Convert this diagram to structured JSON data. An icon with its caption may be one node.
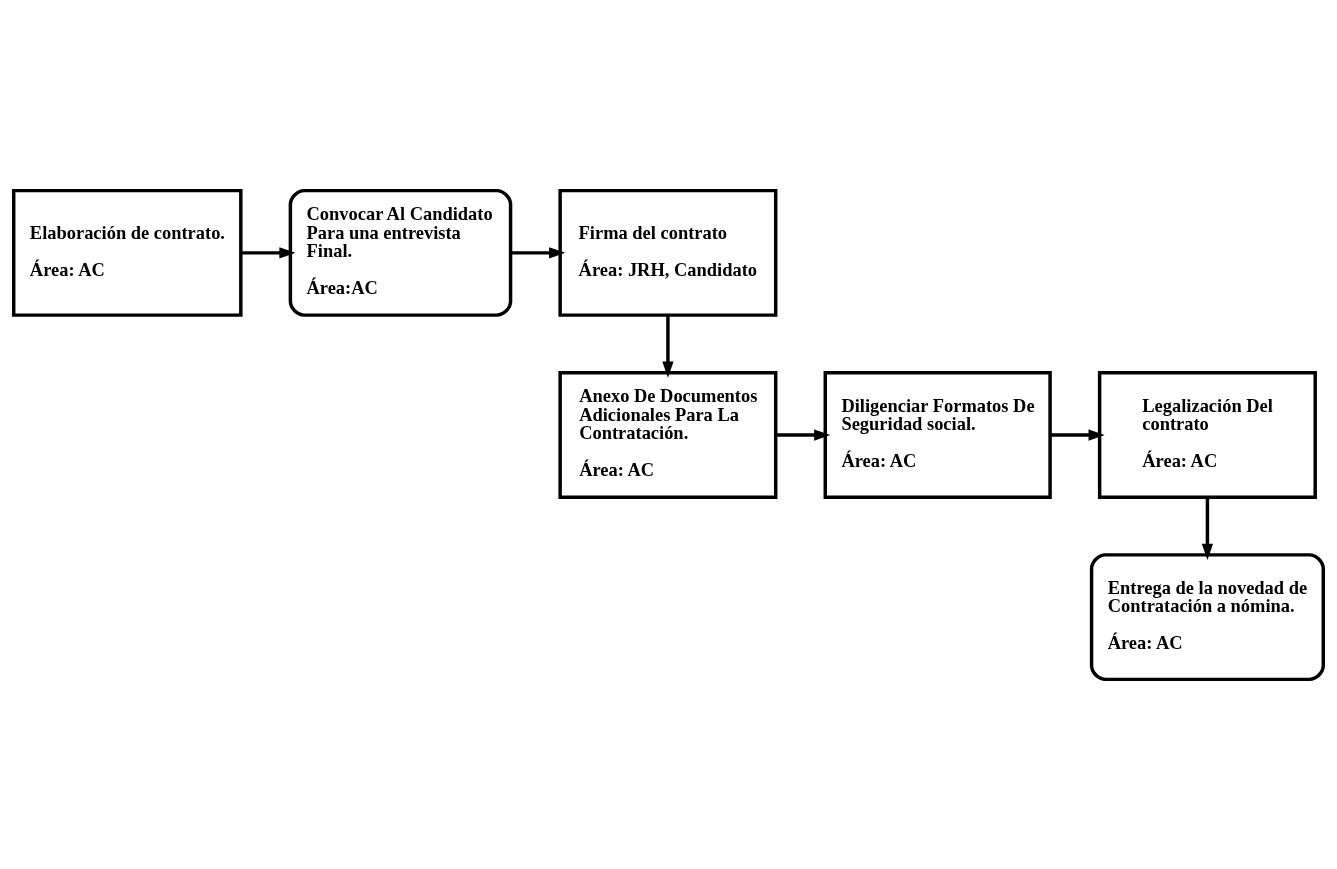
{
  "diagram": {
    "nodes": [
      {
        "text": [
          "Elaboración de contrato.",
          "Área: AC"
        ]
      },
      {
        "text": [
          "Convocar Al Candidato Para una entrevista Final.",
          "Área:AC"
        ]
      },
      {
        "text": [
          "Firma del contrato",
          "Área: JRH, Candidato"
        ]
      },
      {
        "text": [
          "Anexo De Documentos Adicionales Para La Contratación.",
          "Área: AC"
        ]
      },
      {
        "text": [
          "Diligenciar Formatos De Seguridad social.",
          "Área: AC"
        ]
      },
      {
        "text": [
          "Legalización Del contrato",
          "Área: AC"
        ]
      },
      {
        "text": [
          "Entrega de la novedad de Contratación a nómina.",
          "Área: AC"
        ]
      }
    ],
    "edges": [
      {
        "from": 0,
        "to": 1,
        "arrow": "to"
      },
      {
        "from": 1,
        "to": 2,
        "arrow": "to"
      },
      {
        "from": 2,
        "to": 3,
        "arrow": "to"
      },
      {
        "from": 3,
        "to": 4,
        "arrow": "to"
      },
      {
        "from": 4,
        "to": 5,
        "arrow": "to"
      },
      {
        "from": 5,
        "to": 6,
        "arrow": "to"
      }
    ]
  }
}
